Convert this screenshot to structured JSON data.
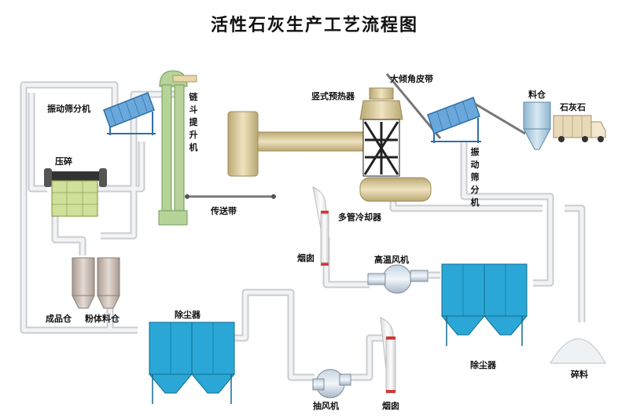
{
  "title": "活性石灰生产工艺流程图",
  "labels": {
    "vibrating_screen_left": "振动筛分机",
    "crusher": "压碎",
    "finished_bin": "成品仓",
    "powder_bin": "粉体料仓",
    "dust_collector_bottom": "除尘器",
    "bucket_elevator": "链斗提升机",
    "conveyor_belt": "传送带",
    "big_incline_belt": "大倾角皮带",
    "preheater": "竖式预热器",
    "bin": "料仓",
    "limestone": "石灰石",
    "vibrating_screen_right": "振动筛分机",
    "multi_tube_cooler": "多管冷却器",
    "chimney_mid": "烟囱",
    "high_temp_fan": "高温风机",
    "dust_collector_right": "除尘器",
    "chimney_bottom": "烟囱",
    "exhaust_fan": "抽风机",
    "crushed_material": "碎料"
  },
  "colors": {
    "pipe": "#e4e6e9",
    "collector": "#2aa7d6",
    "screen": "#6aa8db",
    "tan": "#d8c79a",
    "elevator": "#b6d39a",
    "crusher": "#cfe09a",
    "bin": "#cab9ad"
  }
}
